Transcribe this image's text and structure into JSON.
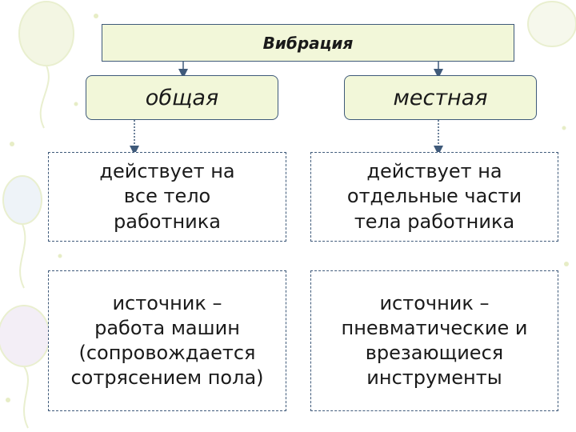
{
  "diagram": {
    "title": "Вибрация",
    "categories": [
      {
        "label": "общая",
        "property": "действует на\nвсе тело\nработника",
        "source": "источник –\nработа машин\n(сопровождается\nсотрясением пола)"
      },
      {
        "label": "местная",
        "property": "действует на\nотдельные части\nтела работника",
        "source": "источник –\nпневматические и\nврезающиеся\nинструменты"
      }
    ]
  },
  "colors": {
    "box_fill": "#f2f7d9",
    "border": "#3f5a7a",
    "arrow": "#3f5a7a",
    "decoration": "#e6ecc8"
  }
}
